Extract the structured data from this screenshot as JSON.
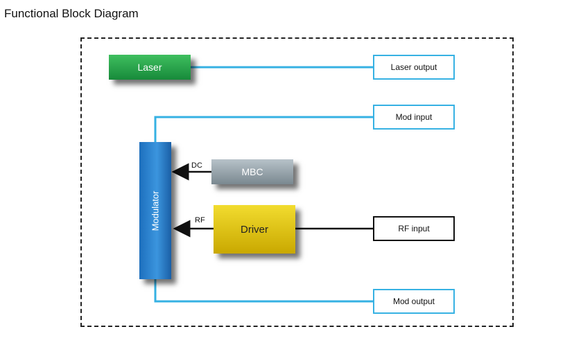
{
  "title": "Functional Block Diagram",
  "blocks": {
    "laser": "Laser",
    "mbc": "MBC",
    "driver": "Driver",
    "modulator": "Modulator"
  },
  "ports": {
    "laser_output": "Laser output",
    "mod_input": "Mod input",
    "rf_input": "RF input",
    "mod_output": "Mod output"
  },
  "signals": {
    "dc": "DC",
    "rf": "RF"
  },
  "colors": {
    "optical_line": "#36b1e3",
    "electrical_line": "#111111",
    "laser": "#2aa84a",
    "mbc": "#8f9ca4",
    "driver": "#e3c414",
    "modulator": "#1d6fbd"
  }
}
